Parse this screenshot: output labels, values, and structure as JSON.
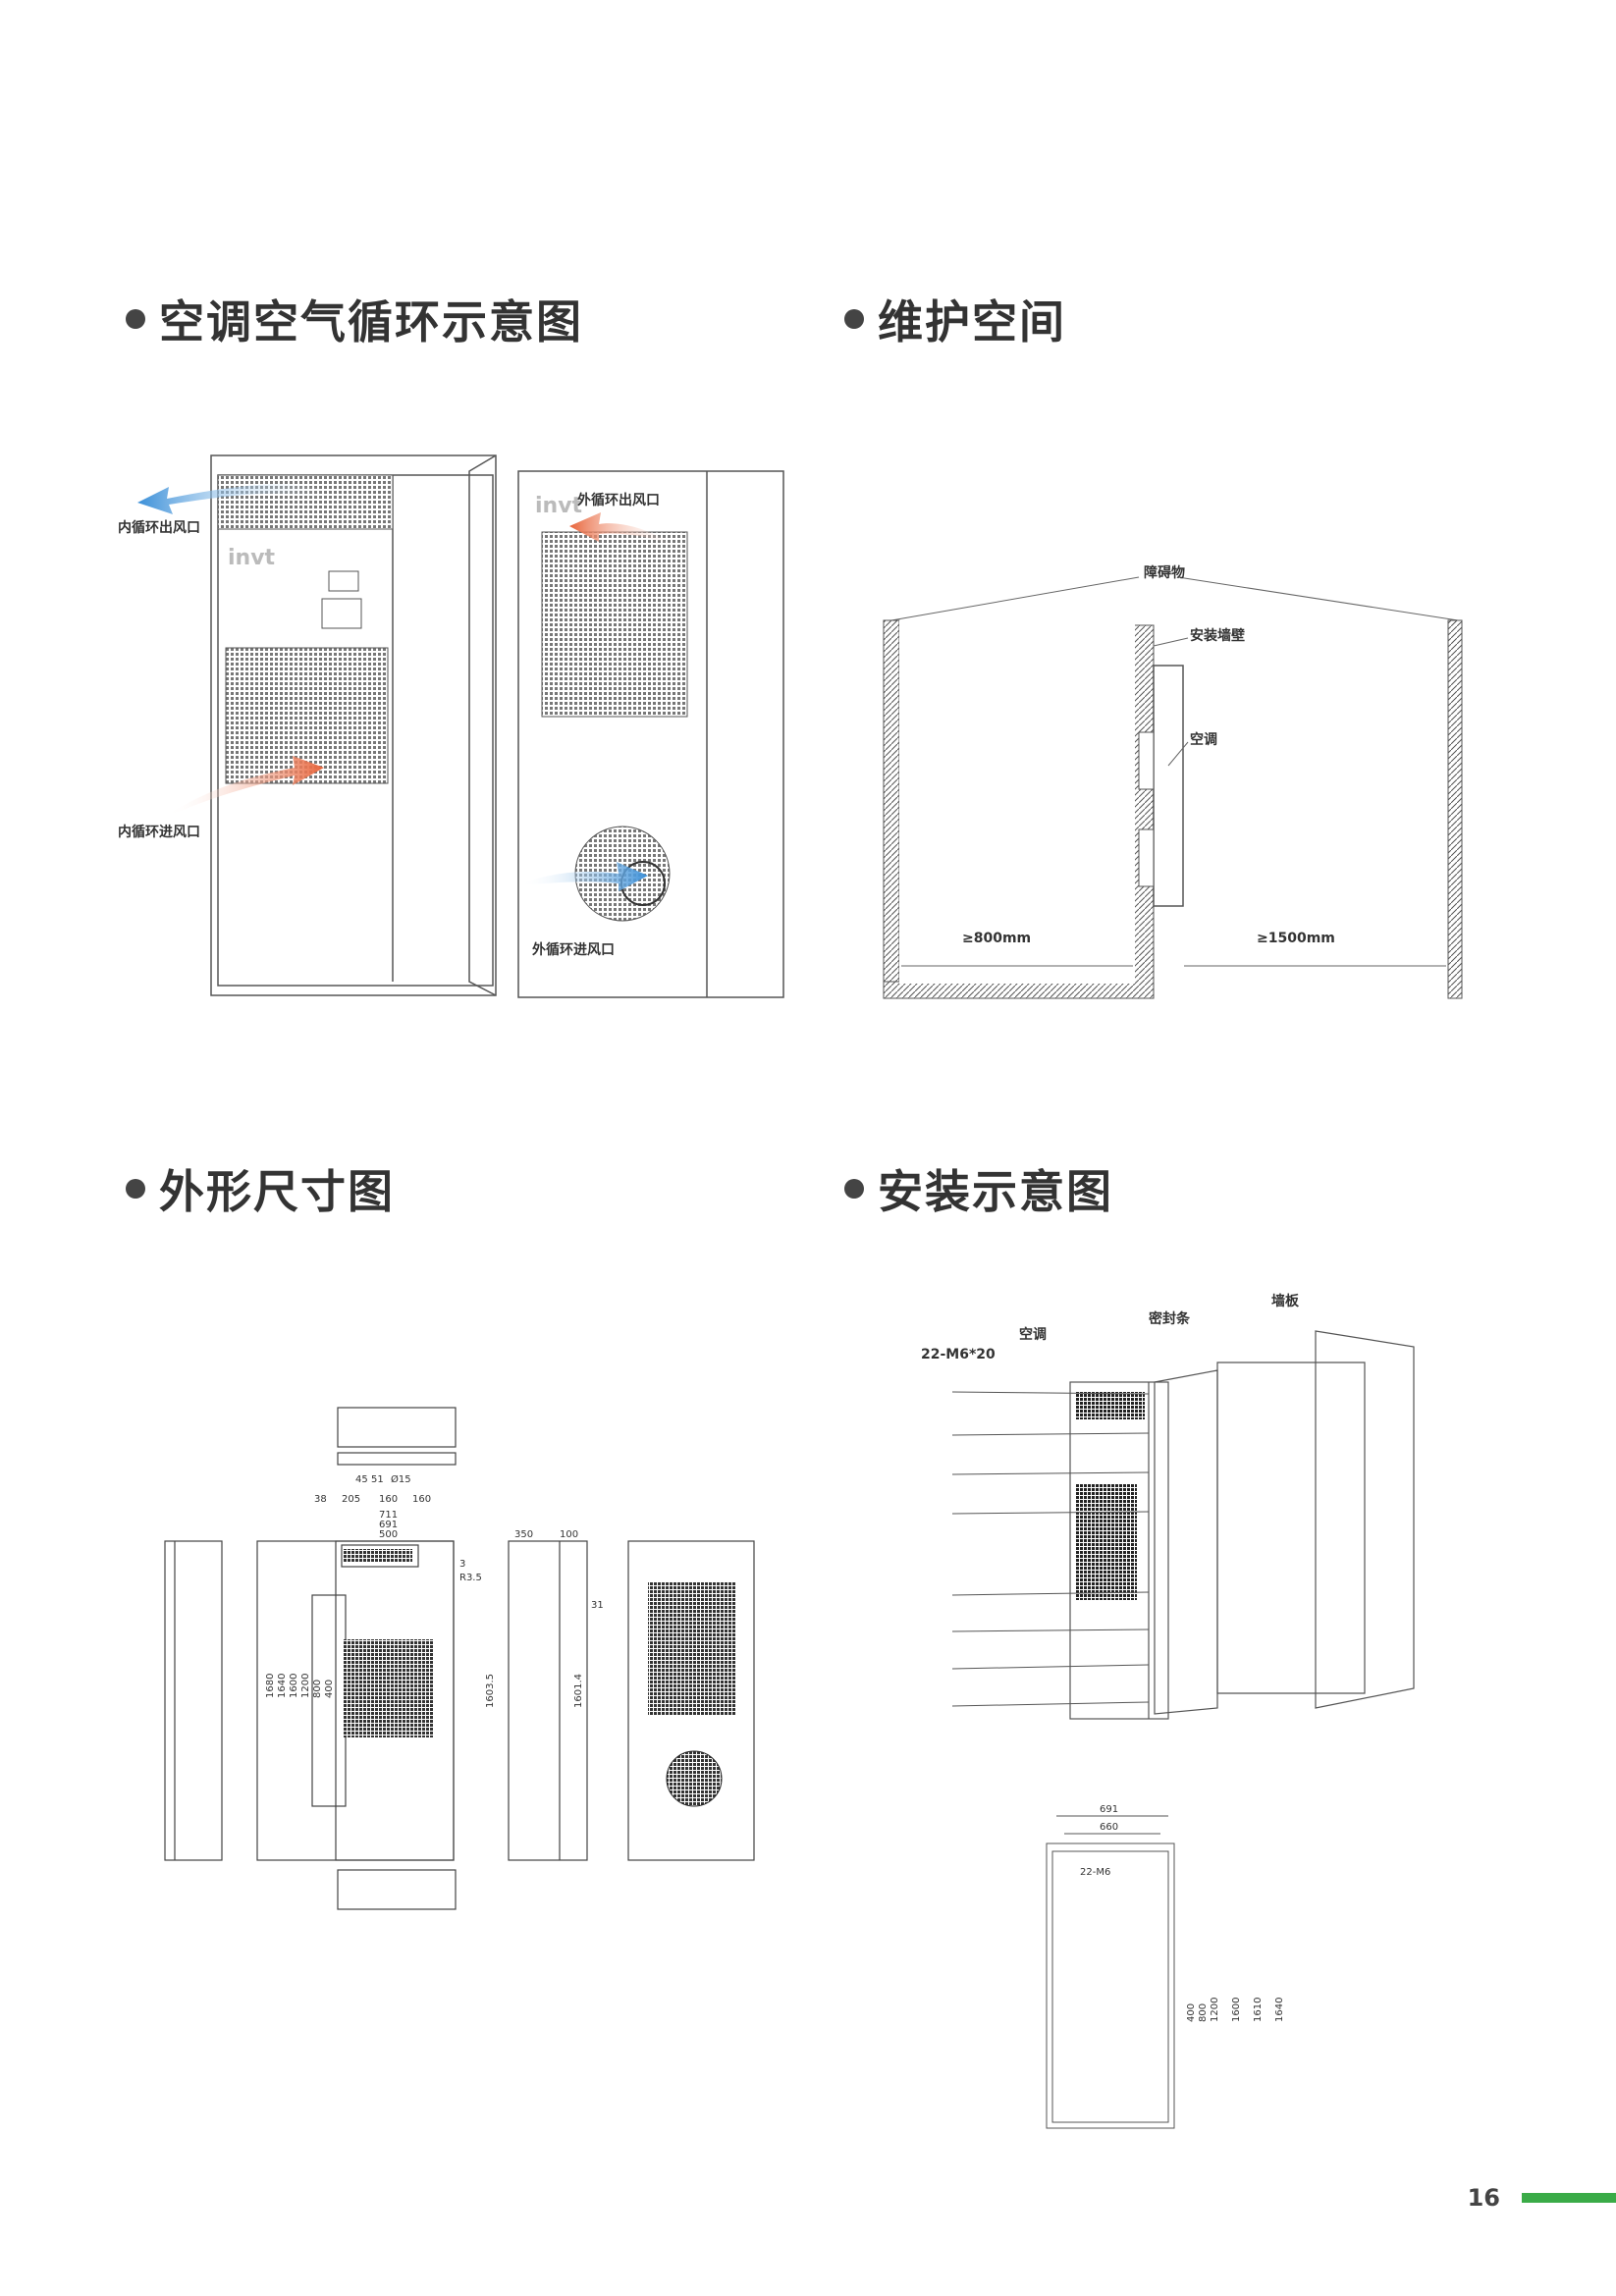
{
  "sections": {
    "airflow": {
      "title": "空调空气循环示意图"
    },
    "maintenance": {
      "title": "维护空间"
    },
    "dimensions": {
      "title": "外形尺寸图"
    },
    "installation": {
      "title": "安装示意图"
    }
  },
  "airflow": {
    "inner_out": "内循环出风口",
    "inner_in": "内循环进风口",
    "outer_out": "外循环出风口",
    "outer_in": "外循环进风口",
    "brand": "invt"
  },
  "maintenance": {
    "obstacle": "障碍物",
    "wall": "安装墙壁",
    "unit": "空调",
    "left_gap": "≥800mm",
    "right_gap": "≥1500mm"
  },
  "dimensions": {
    "top": [
      "45",
      "51",
      "Ø15",
      "38",
      "205",
      "160",
      "160"
    ],
    "front_top": [
      "711",
      "691",
      "500"
    ],
    "front_side": [
      "1680",
      "1640",
      "1600",
      "1200",
      "800",
      "400"
    ],
    "front_marks": [
      "3",
      "R3.5"
    ],
    "front_right": "1603.5",
    "side_top": [
      "350",
      "100"
    ],
    "side_right": "1601.4",
    "side_mark": "31"
  },
  "installation": {
    "screws": "22-M6*20",
    "unit": "空调",
    "seal": "密封条",
    "wall": "墙板",
    "cut_width_outer": "691",
    "cut_width_inner": "660",
    "holes": "22-M6",
    "heights": [
      "400",
      "800",
      "1200",
      "1600",
      "1610",
      "1640"
    ]
  },
  "page": {
    "number": "16"
  },
  "colors": {
    "accent": "#3aab47",
    "warm_arrow": "#e8643a",
    "cool_arrow": "#3a8fd8"
  }
}
